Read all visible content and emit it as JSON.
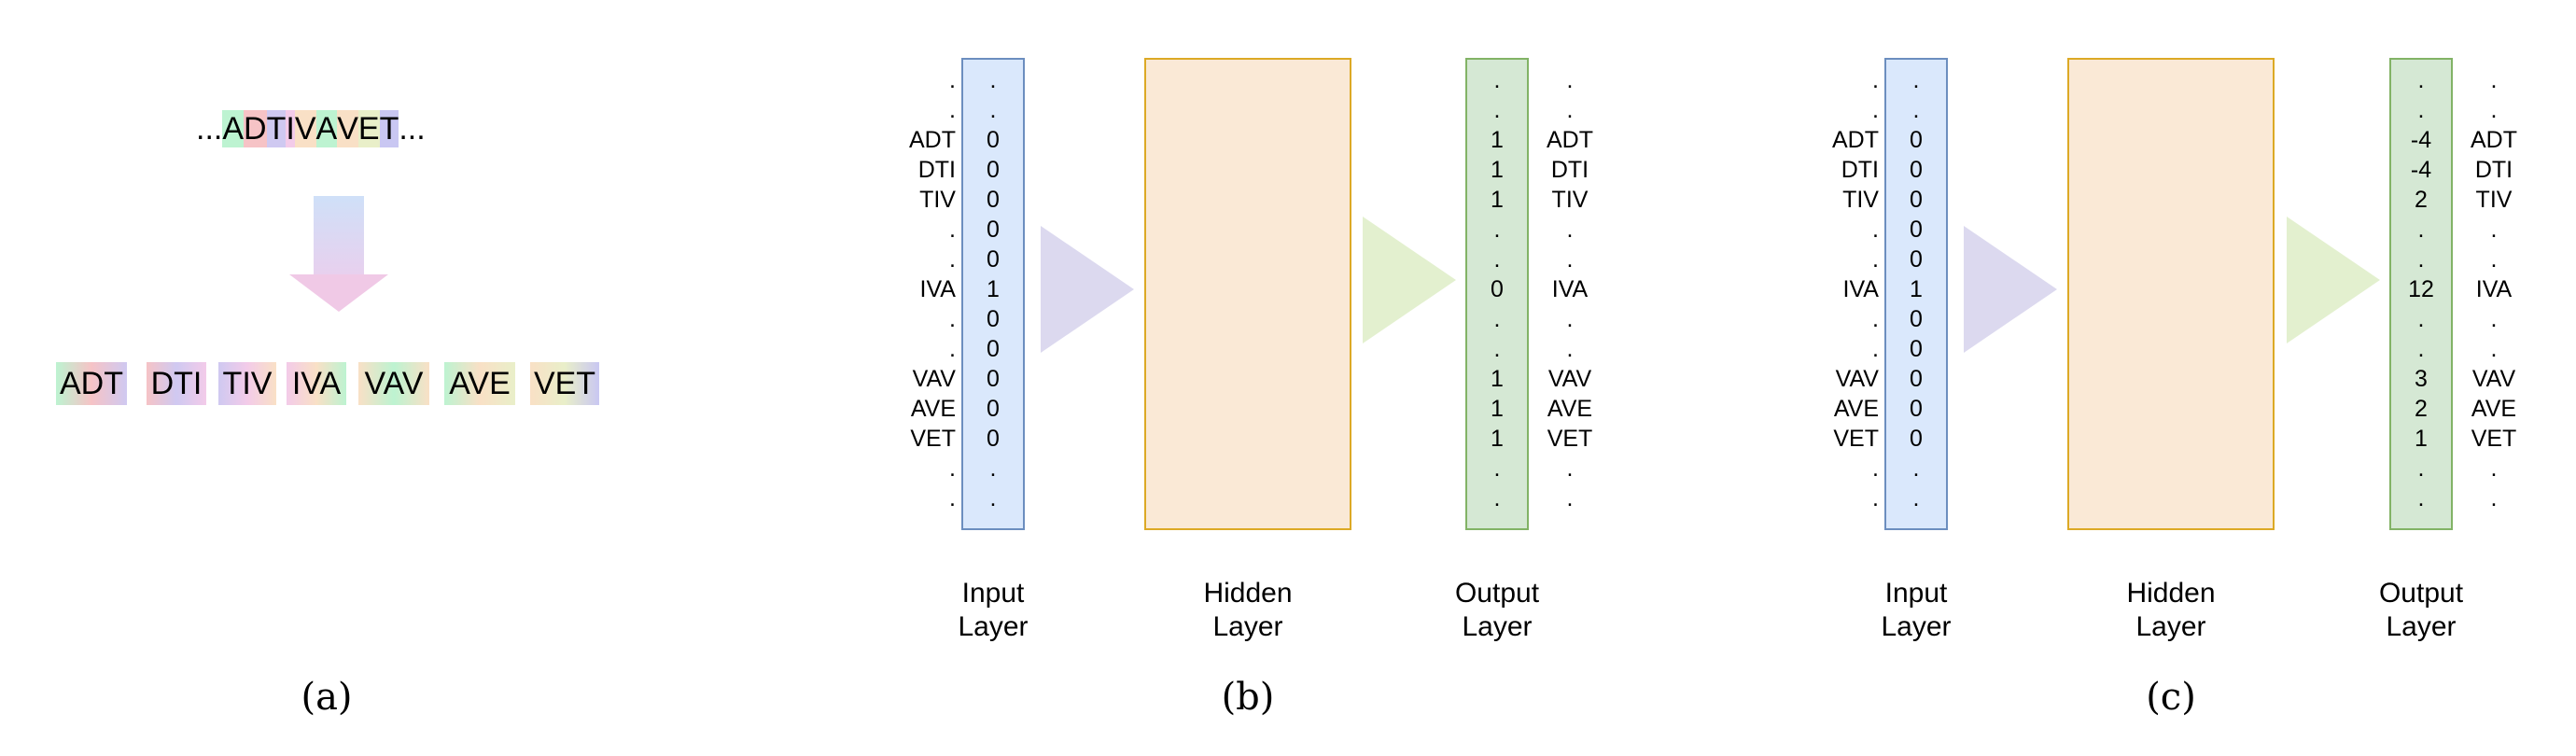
{
  "panel_a": {
    "sequence": [
      {
        "c": "...",
        "bg": "transparent"
      },
      {
        "c": "A",
        "bg": "#bdf3d1"
      },
      {
        "c": "D",
        "bg": "#f6c3c6"
      },
      {
        "c": "T",
        "bg": "#cfc9f1"
      },
      {
        "c": "I",
        "bg": "#f3cbe9"
      },
      {
        "c": "V",
        "bg": "#f9e0c6"
      },
      {
        "c": "A",
        "bg": "#bdf3d1"
      },
      {
        "c": "V",
        "bg": "#f9e0c6"
      },
      {
        "c": "E",
        "bg": "#e9efc9"
      },
      {
        "c": "T",
        "bg": "#c9c7f2"
      },
      {
        "c": "...",
        "bg": "transparent"
      }
    ],
    "trigrams": [
      {
        "label": "ADT",
        "bg": "linear-gradient(90deg,#bdf3d1,#f6c3c6,#cfc9f1)"
      },
      {
        "label": "DTI",
        "bg": "linear-gradient(90deg,#f6c3c6,#cfc9f1,#f3cbe9)"
      },
      {
        "label": "TIV",
        "bg": "linear-gradient(90deg,#cfc9f1,#f3cbe9,#f9e0c6)"
      },
      {
        "label": "IVA",
        "bg": "linear-gradient(90deg,#f3cbe9,#f9e0c6,#bdf3d1)"
      },
      {
        "label": "VAV",
        "bg": "linear-gradient(90deg,#f9e0c6,#bdf3d1,#f9e0c6)"
      },
      {
        "label": "AVE",
        "bg": "linear-gradient(90deg,#bdf3d1,#f9e0c6,#e9efc9)"
      },
      {
        "label": "VET",
        "bg": "linear-gradient(90deg,#f9e0c6,#e9efc9,#c9c7f2)"
      }
    ],
    "caption": "(a)"
  },
  "panel_b": {
    "input_labels": [
      ".",
      ".",
      "ADT",
      "DTI",
      "TIV",
      ".",
      ".",
      "IVA",
      ".",
      ".",
      "VAV",
      "AVE",
      "VET",
      ".",
      "."
    ],
    "input_values": [
      ".",
      ".",
      "0",
      "0",
      "0",
      "0",
      "0",
      "1",
      "0",
      "0",
      "0",
      "0",
      "0",
      ".",
      "."
    ],
    "output_values": [
      ".",
      ".",
      "1",
      "1",
      "1",
      ".",
      ".",
      "0",
      ".",
      ".",
      "1",
      "1",
      "1",
      ".",
      "."
    ],
    "output_labels": [
      ".",
      ".",
      "ADT",
      "DTI",
      "TIV",
      ".",
      ".",
      "IVA",
      ".",
      ".",
      "VAV",
      "AVE",
      "VET",
      ".",
      "."
    ],
    "input_layer": [
      "Input",
      "Layer"
    ],
    "hidden_layer": [
      "Hidden",
      "Layer"
    ],
    "output_layer": [
      "Output",
      "Layer"
    ],
    "caption": "(b)"
  },
  "panel_c": {
    "input_labels": [
      ".",
      ".",
      "ADT",
      "DTI",
      "TIV",
      ".",
      ".",
      "IVA",
      ".",
      ".",
      "VAV",
      "AVE",
      "VET",
      ".",
      "."
    ],
    "input_values": [
      ".",
      ".",
      "0",
      "0",
      "0",
      "0",
      "0",
      "1",
      "0",
      "0",
      "0",
      "0",
      "0",
      ".",
      "."
    ],
    "output_values": [
      ".",
      ".",
      "-4",
      "-4",
      "2",
      ".",
      ".",
      "12",
      ".",
      ".",
      "3",
      "2",
      "1",
      ".",
      "."
    ],
    "output_labels": [
      ".",
      ".",
      "ADT",
      "DTI",
      "TIV",
      ".",
      ".",
      "IVA",
      ".",
      ".",
      "VAV",
      "AVE",
      "VET",
      ".",
      "."
    ],
    "input_layer": [
      "Input",
      "Layer"
    ],
    "hidden_layer": [
      "Hidden",
      "Layer"
    ],
    "output_layer": [
      "Output",
      "Layer"
    ],
    "caption": "(c)"
  }
}
